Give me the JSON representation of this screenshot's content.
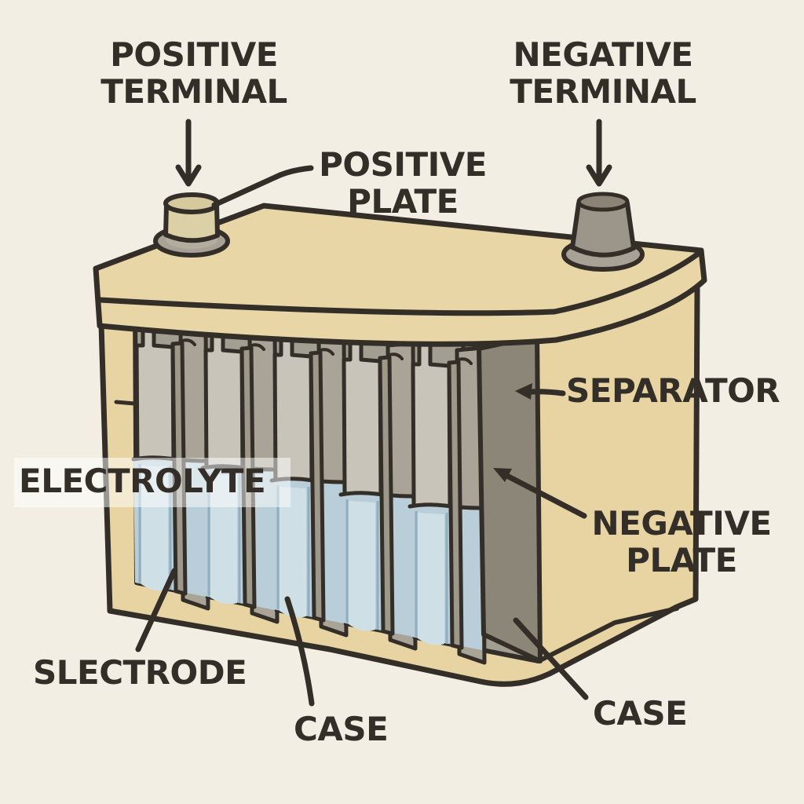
{
  "diagram": {
    "type": "battery-cutaway-illustration",
    "labels": {
      "positive_terminal": {
        "lines": [
          "POSITIVE",
          "TERMINAL"
        ]
      },
      "negative_terminal": {
        "lines": [
          "NEGATIVE",
          "TERMINAL"
        ]
      },
      "positive_plate": {
        "lines": [
          "POSITIVE",
          "PLATE"
        ]
      },
      "separator": {
        "lines": [
          "SEPARATOR"
        ]
      },
      "electrolyte": {
        "lines": [
          "ELECTROLYTE"
        ]
      },
      "negative_plate": {
        "lines": [
          "NEGATIVE",
          "PLATE"
        ]
      },
      "electrode": {
        "lines": [
          "SLECTRODE"
        ]
      },
      "case_front": {
        "lines": [
          "CASE"
        ]
      },
      "case_side": {
        "lines": [
          "CASE"
        ]
      }
    },
    "colors": {
      "background": "#f2eee3",
      "ink": "#332f28",
      "case_tan": "#e8d4a2",
      "lid_tan": "#e9d6a6",
      "plate_light": "#c8c4b9",
      "plate_medium": "#a9a497",
      "plate_dark": "#8b8678",
      "interior_gray": "#a39e92",
      "terminal_gray": "#9c968a",
      "terminal_positive": "#dcd0a6",
      "terminal_ring": "#a8a296",
      "electrolyte_blue": "#b9ced9",
      "electrolyte_light": "#cfdfe6",
      "label_band": "rgba(255,255,255,0.5)"
    }
  }
}
